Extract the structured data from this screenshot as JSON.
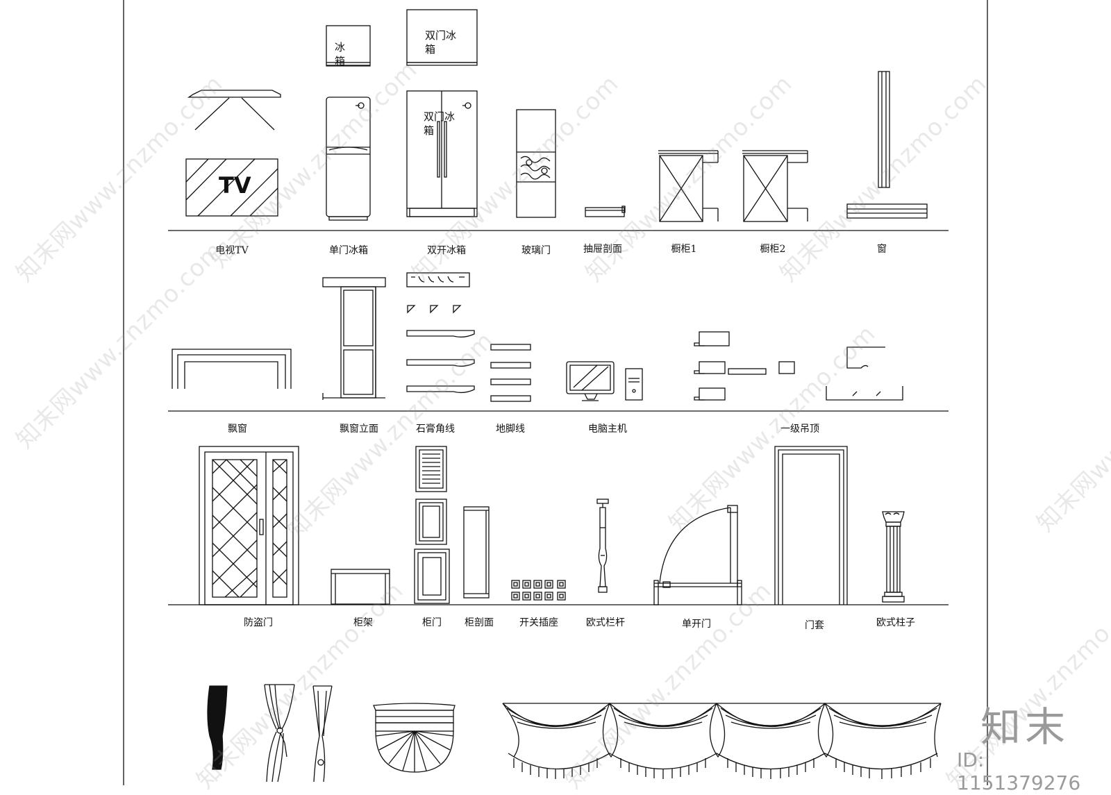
{
  "labels": {
    "tv": "电视TV",
    "fridge_single": "单门冰箱",
    "fridge_double": "双开冰箱",
    "glass_door": "玻璃门",
    "drawer_section": "抽屉剖面",
    "cabinet1": "橱柜1",
    "cabinet2": "橱柜2",
    "window": "窗",
    "bay_window": "飘窗",
    "bay_window_elev": "飘窗立面",
    "plaster_line": "石膏角线",
    "baseboard": "地脚线",
    "computer": "电脑主机",
    "ceiling": "一级吊顶",
    "security_door": "防盗门",
    "cabinet_frame": "柜架",
    "cabinet_door": "柜门",
    "cabinet_section": "柜剖面",
    "switch_socket": "开关插座",
    "euro_railing": "欧式栏杆",
    "single_door": "单开门",
    "door_casing": "门套",
    "euro_column": "欧式柱子"
  },
  "drawing_text": {
    "tv_screen": "TV",
    "fridge_plan_1": "冰",
    "fridge_plan_2": "箱",
    "dbl_fridge_plan_1": "双门冰",
    "dbl_fridge_plan_2": "箱",
    "dbl_fridge_front_1": "双门冰",
    "dbl_fridge_front_2": "箱"
  },
  "watermark": {
    "text": "知末网www.znzmo.com",
    "brand": "知末",
    "id": "ID: 1151379276"
  }
}
